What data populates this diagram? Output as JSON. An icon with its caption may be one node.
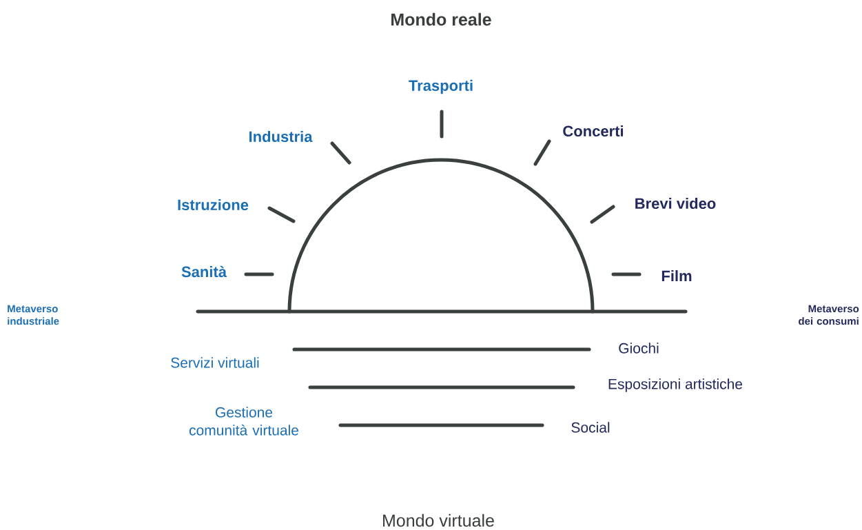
{
  "diagram": {
    "title": "Mondo reale",
    "caption": "Mondo virtuale",
    "labels": [
      "Trasporti",
      "Industria",
      "Concerti",
      "Istruzione",
      "Brevi video",
      "Sanità",
      "Film",
      "Metaverso industriale",
      "Metaverso dei consumi",
      "Giochi",
      "Servizi virtuali",
      "Esposizioni artistiche",
      "Gestione comunità virtuale",
      "Social"
    ]
  }
}
